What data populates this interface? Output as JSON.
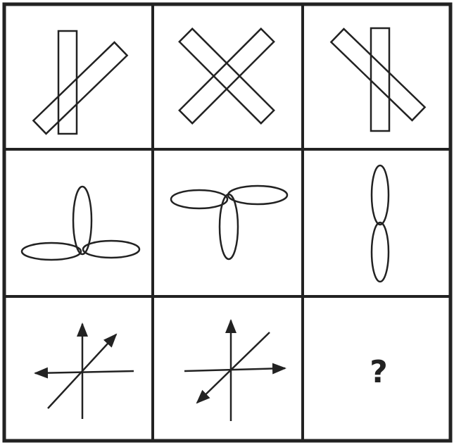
{
  "puzzle": {
    "rows": [
      {
        "row": 1,
        "cells": [
          {
            "figure": "vertical-bar-crossed-by-right-leaning-bar"
          },
          {
            "figure": "two-bars-crossed-x-shape"
          },
          {
            "figure": "vertical-bar-crossed-by-left-leaning-bar"
          }
        ]
      },
      {
        "row": 2,
        "cells": [
          {
            "figure": "three-ellipses-one-vertical-up-two-horizontal-below"
          },
          {
            "figure": "three-ellipses-two-horizontal-top-one-vertical-down"
          },
          {
            "figure": "two-vertical-ellipses-stacked"
          }
        ]
      },
      {
        "row": 3,
        "cells": [
          {
            "figure": "axes-with-arrows-up-left-upper-right"
          },
          {
            "figure": "axes-with-arrows-up-right-lower-left"
          },
          {
            "figure": "unknown",
            "text": "?"
          }
        ]
      }
    ],
    "stroke_color": "#222222",
    "background_color": "#ffffff"
  }
}
